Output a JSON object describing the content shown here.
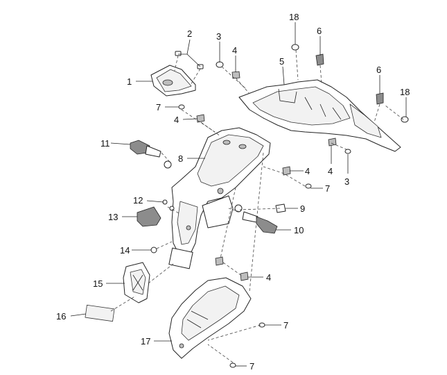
{
  "diagram": {
    "callouts": [
      "1",
      "2",
      "3",
      "4",
      "5",
      "6",
      "18",
      "6",
      "18",
      "7",
      "4",
      "11",
      "8",
      "4",
      "7",
      "12",
      "9",
      "13",
      "10",
      "14",
      "15",
      "4",
      "16",
      "7",
      "17",
      "7",
      "3",
      "4"
    ]
  },
  "colors": {
    "line": "#222222",
    "fill": "#ffffff",
    "shade": "#bdbdbd"
  }
}
